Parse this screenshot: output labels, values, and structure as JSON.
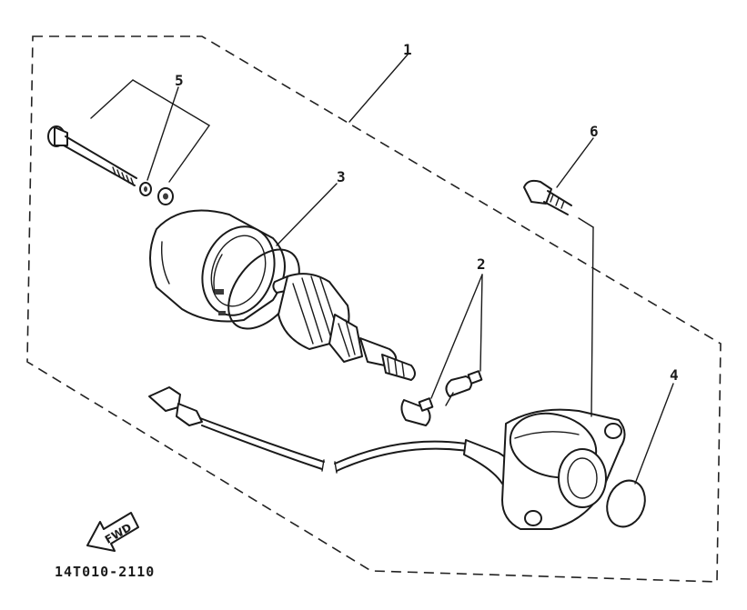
{
  "diagram": {
    "callouts": [
      {
        "id": "1",
        "label": "1"
      },
      {
        "id": "2",
        "label": "2"
      },
      {
        "id": "3",
        "label": "3"
      },
      {
        "id": "4",
        "label": "4"
      },
      {
        "id": "5",
        "label": "5"
      },
      {
        "id": "6",
        "label": "6"
      }
    ],
    "direction_marker": "FWD",
    "drawing_code": "14T010-2110"
  }
}
